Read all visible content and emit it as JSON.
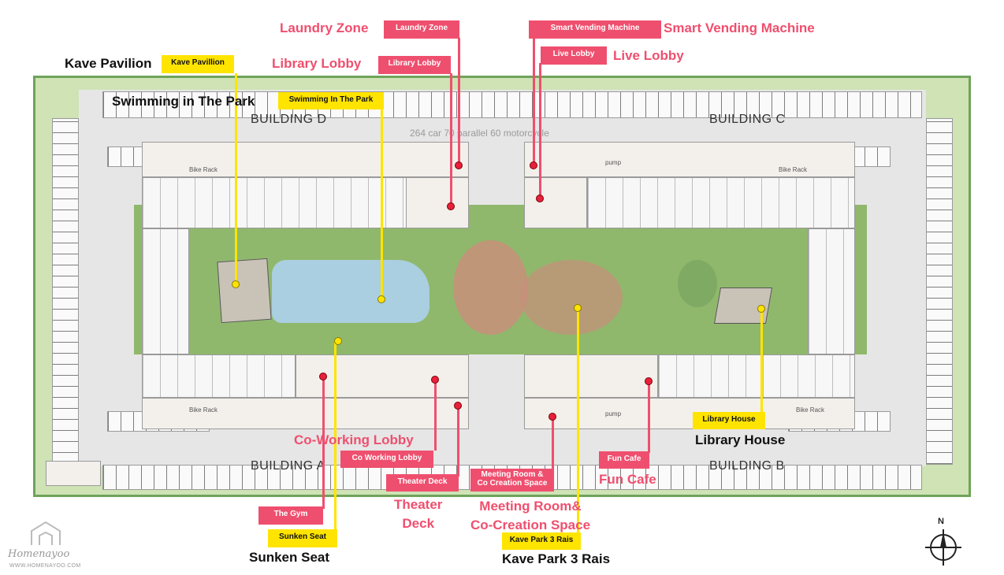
{
  "buildings": {
    "a": "BUILDING A",
    "b": "BUILDING B",
    "c": "BUILDING C",
    "d": "BUILDING D"
  },
  "plan_text": {
    "parking": "264 car 70 parallel 60 motorcycle",
    "bike_rack": "Bike Rack",
    "pump": "pump"
  },
  "callouts": {
    "kave_pavilion": {
      "tag": "Kave Pavillion",
      "label": "Kave Pavilion"
    },
    "swimming": {
      "tag": "Swimming In The Park",
      "label": "Swimming in The Park"
    },
    "laundry": {
      "tag": "Laundry Zone",
      "label": "Laundry Zone"
    },
    "library_lobby": {
      "tag": "Library Lobby",
      "label": "Library Lobby"
    },
    "smart_vending": {
      "tag": "Smart Vending Machine",
      "label": "Smart Vending Machine"
    },
    "live_lobby": {
      "tag": "Live Lobby",
      "label": "Live Lobby"
    },
    "library_house": {
      "tag": "Library House",
      "label": "Library House"
    },
    "coworking": {
      "tag": "Co Working Lobby",
      "label": "Co-Working Lobby"
    },
    "theater": {
      "tag": "Theater Deck",
      "label_line1": "Theater",
      "label_line2": "Deck"
    },
    "meeting": {
      "tag_line1": "Meeting Room &",
      "tag_line2": "Co Creation Space",
      "label_line1": "Meeting Room&",
      "label_line2": "Co-Creation Space"
    },
    "fun_cafe": {
      "tag": "Fun Cafe",
      "label": "Fun Cafe"
    },
    "gym": {
      "tag": "The Gym"
    },
    "sunken": {
      "tag": "Sunken Seat",
      "label": "Sunken Seat"
    },
    "kave_park": {
      "tag": "Kave Park 3 Rais",
      "label": "Kave Park 3 Rais"
    }
  },
  "logo": {
    "name": "Homenayoo",
    "url": "WWW.HOMENAYOO.COM"
  },
  "compass": {
    "north": "N"
  },
  "colors": {
    "red": "#ef4f6e",
    "yellow": "#ffe400",
    "lawn": "#8fb86c",
    "pool": "#a9cfe0"
  }
}
